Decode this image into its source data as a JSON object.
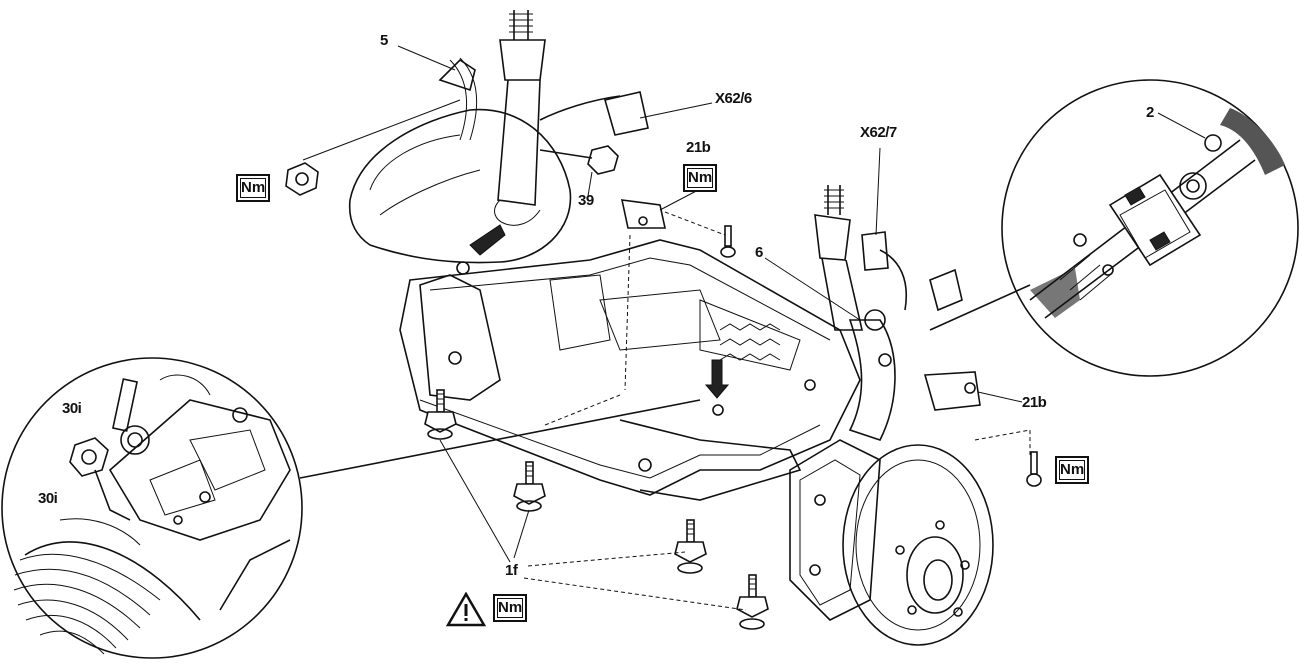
{
  "callouts": {
    "c5": "5",
    "c6": "6",
    "c2": "2",
    "c39": "39",
    "c21b_top": "21b",
    "c21b_right": "21b",
    "cX62_6": "X62/6",
    "cX62_7": "X62/7",
    "c30i_top": "30i",
    "c30i_bottom": "30i",
    "c1f": "1f"
  },
  "torque_boxes": {
    "nm_left": "Nm",
    "nm_top": "Nm",
    "nm_right": "Nm",
    "nm_bottom": "Nm"
  },
  "icons": {
    "warning": "warning-triangle-icon",
    "bolt": "bolt-icon",
    "nut": "nut-icon"
  }
}
